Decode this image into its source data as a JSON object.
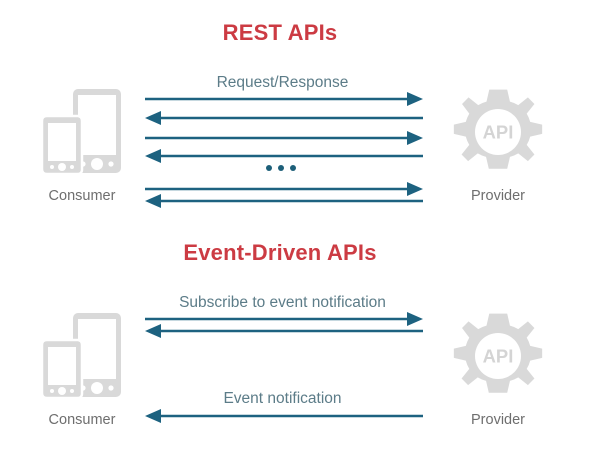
{
  "diagram": {
    "background": "#ffffff",
    "arrow_color": "#1d6280",
    "label_color": "#5c7c88",
    "title_color": "#cc3b43",
    "caption_color": "#6e6e6e",
    "icon_color": "#d8d8d8"
  },
  "sections": [
    {
      "id": "rest",
      "title": "REST APIs",
      "left_endpoint": {
        "caption": "Consumer",
        "icon": "devices-icon"
      },
      "right_endpoint": {
        "caption": "Provider",
        "icon": "gear-api-icon",
        "icon_text": "API"
      },
      "flow_labels": [
        {
          "text": "Request/Response"
        }
      ],
      "ellipsis": "•••",
      "exchanges": [
        {
          "direction": "right",
          "label": "request"
        },
        {
          "direction": "left",
          "label": "response"
        },
        {
          "direction": "right",
          "label": "request"
        },
        {
          "direction": "left",
          "label": "response"
        },
        {
          "direction": "right",
          "label": "request"
        },
        {
          "direction": "left",
          "label": "response"
        }
      ]
    },
    {
      "id": "event-driven",
      "title": "Event-Driven APIs",
      "left_endpoint": {
        "caption": "Consumer",
        "icon": "devices-icon"
      },
      "right_endpoint": {
        "caption": "Provider",
        "icon": "gear-api-icon",
        "icon_text": "API"
      },
      "flow_labels": [
        {
          "text": "Subscribe to event notification"
        },
        {
          "text": "Event notification"
        }
      ],
      "exchanges": [
        {
          "direction": "right",
          "label": "subscribe"
        },
        {
          "direction": "left",
          "label": "acknowledge"
        },
        {
          "direction": "left",
          "label": "event notification"
        }
      ]
    }
  ]
}
